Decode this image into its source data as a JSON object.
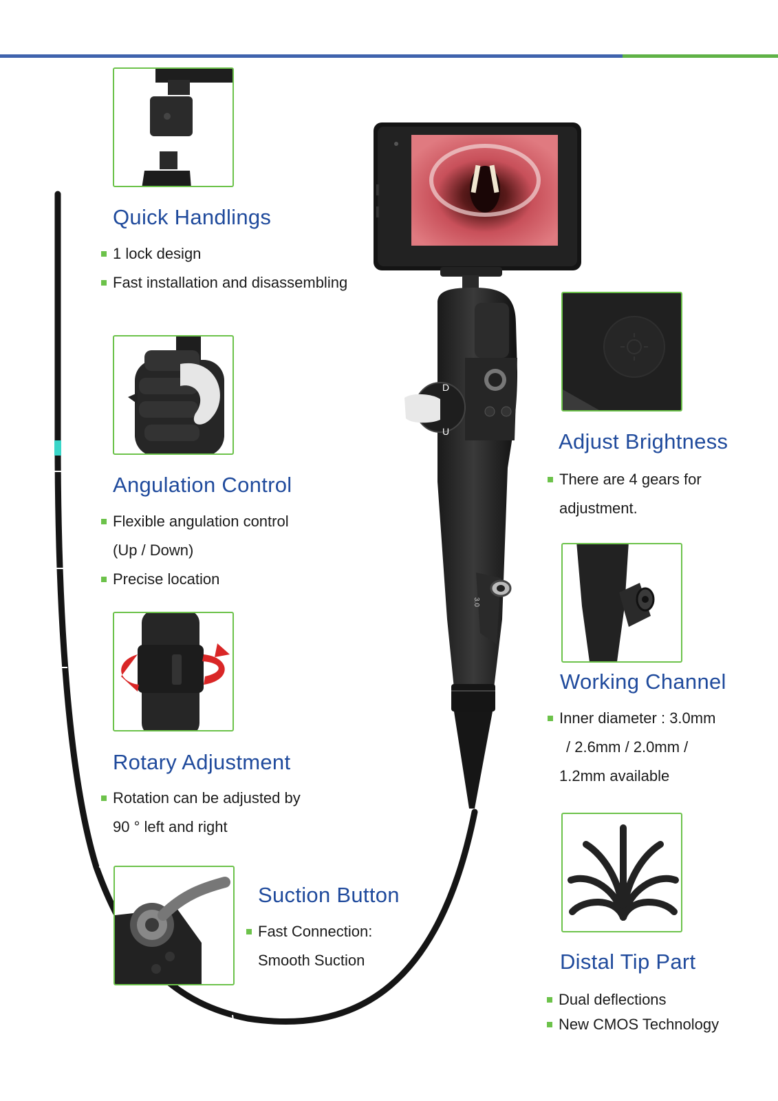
{
  "colors": {
    "heading": "#1f4a9c",
    "bullet_marker": "#6cc24a",
    "frame_border": "#6cc24a",
    "top_bar_left": "#3f63ad",
    "top_bar_right": "#5fb246"
  },
  "features": {
    "quick_handlings": {
      "title": "Quick Handlings",
      "bullets": [
        "1 lock design",
        "Fast installation and disassembling"
      ]
    },
    "angulation_control": {
      "title": "Angulation Control",
      "bullets": [
        "Flexible angulation control",
        "(Up / Down)",
        "Precise location"
      ]
    },
    "rotary_adjustment": {
      "title": "Rotary Adjustment",
      "bullets": [
        "Rotation can be adjusted by",
        "90 ° left and right"
      ]
    },
    "suction_button": {
      "title": "Suction Button",
      "bullets": [
        "Fast Connection:",
        "Smooth Suction"
      ]
    },
    "adjust_brightness": {
      "title": "Adjust Brightness",
      "bullets": [
        "There are 4 gears for",
        "adjustment."
      ]
    },
    "working_channel": {
      "title": "Working Channel",
      "bullets": [
        "Inner diameter : 3.0mm",
        "/ 2.6mm / 2.0mm /",
        "1.2mm available"
      ]
    },
    "distal_tip_part": {
      "title": "Distal Tip Part",
      "bullets": [
        "Dual deflections",
        "New CMOS Technology"
      ]
    }
  },
  "device_labels": {
    "knob_up": "U",
    "knob_down": "D",
    "channel_size": "3.0"
  }
}
